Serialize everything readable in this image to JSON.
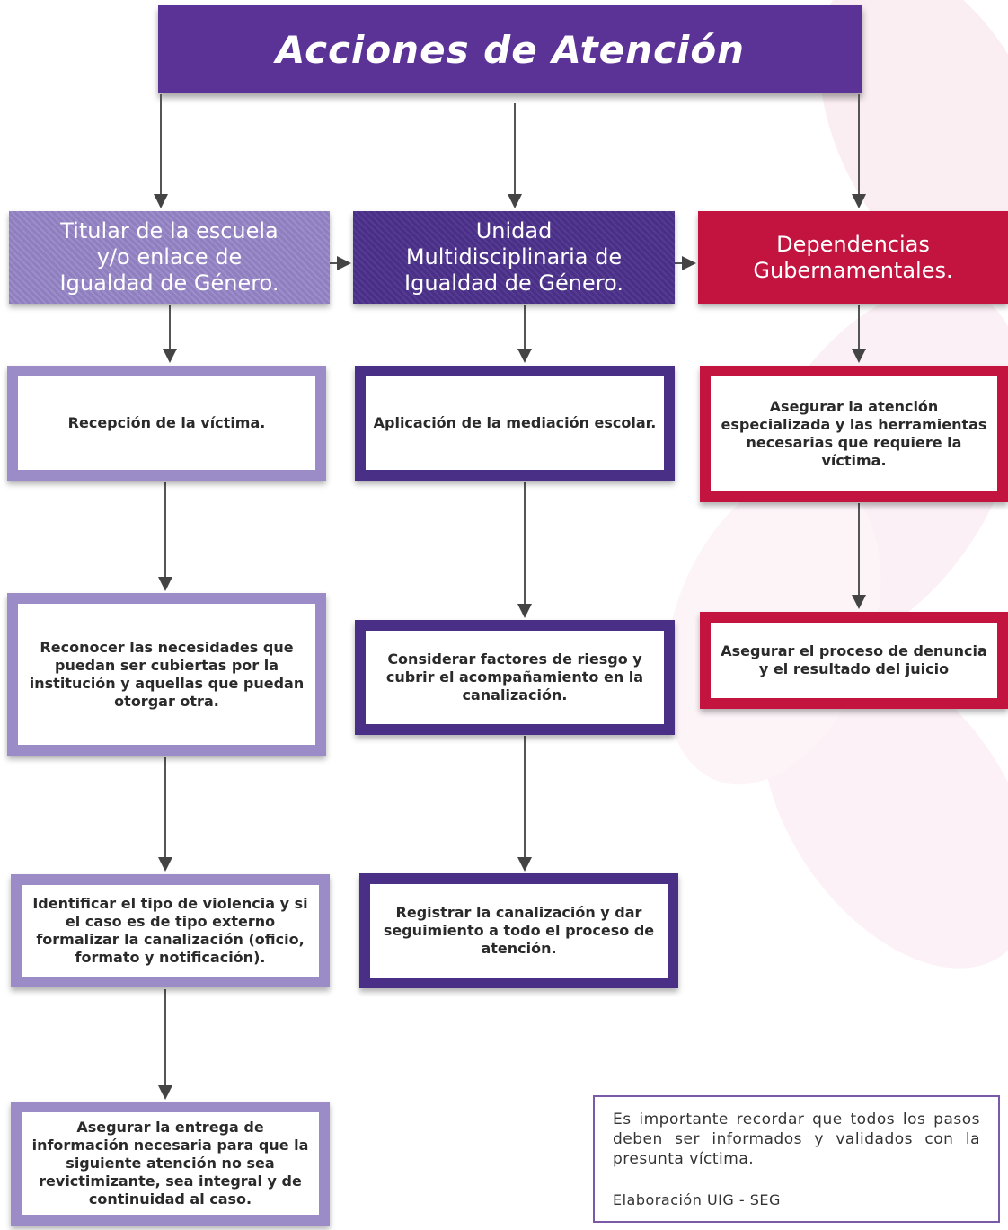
{
  "title": "Acciones de Atención",
  "columns": [
    {
      "header": "Titular de la escuela\ny/o enlace de\nIgualdad de Género.",
      "steps": [
        "Recepción de la víctima.",
        "Reconocer las necesidades que puedan ser cubiertas por la institución y aquellas que puedan otorgar otra.",
        "Identificar el tipo de violencia y si el caso es de tipo externo formalizar la canalización (oficio, formato y notificación).",
        "Asegurar la entrega de información necesaria para que la siguiente atención no sea revictimizante, sea integral y de continuidad al caso."
      ]
    },
    {
      "header": "Unidad\nMultidisciplinaria de\nIgualdad de Género.",
      "steps": [
        "Aplicación de la mediación escolar.",
        "Considerar factores de riesgo y cubrir el acompañamiento en la canalización.",
        "Registrar la canalización y dar seguimiento a todo el proceso de atención."
      ]
    },
    {
      "header": "Dependencias\nGubernamentales.",
      "steps": [
        "Asegurar la atención especializada y las herramientas necesarias que requiere la víctima.",
        "Asegurar el proceso de denuncia y el resultado del juicio"
      ]
    }
  ],
  "note": {
    "text": "Es importante recordar que todos los pasos deben ser informados y validados con la presunta víctima.",
    "credit": "Elaboración UIG - SEG"
  },
  "colors": {
    "title_bg": "#5b3296",
    "col1": "#9b8bc6",
    "col2": "#4a2f87",
    "col3": "#c2143f"
  }
}
